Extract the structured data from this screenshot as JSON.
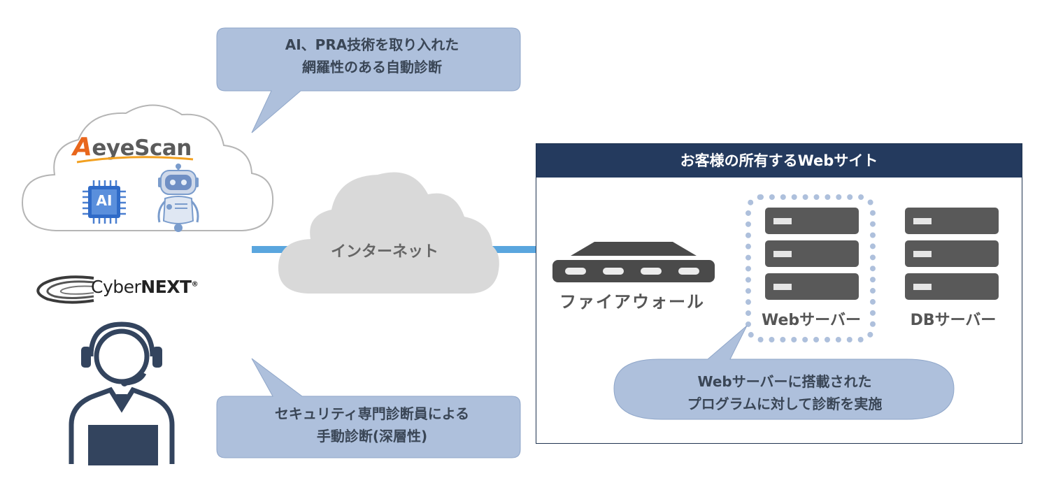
{
  "bubbles": {
    "ai": {
      "line1": "AI、PRA技術を取り入れた",
      "line2": "網羅性のある自動診断"
    },
    "manual": {
      "line1": "セキュリティ専門診断員による",
      "line2": "手動診断(深層性)"
    },
    "web": {
      "line1": "Webサーバーに搭載された",
      "line2": "プログラムに対して診断を実施"
    }
  },
  "cloud_tool": {
    "brand": "AeyeScan",
    "brand_initial": "A",
    "brand_rest": "eyeScan",
    "chip_label": "AI"
  },
  "company": {
    "name": "CyberNEXT",
    "name_part1": "Cyber",
    "name_part2": "NEXT",
    "trademark": "®"
  },
  "internet_label": "インターネット",
  "site": {
    "title": "お客様の所有するWebサイト",
    "firewall_label": "ファイアウォール",
    "web_server_label": "Webサーバー",
    "db_server_label": "DBサーバー"
  },
  "colors": {
    "bubble": "#aec0dc",
    "header": "#243a5e",
    "arrow": "#5aa6de",
    "server": "#595959",
    "dotted": "#aec0dc"
  }
}
